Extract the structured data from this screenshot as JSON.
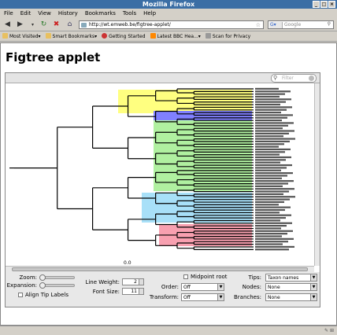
{
  "window": {
    "title": "Mozilla Firefox"
  },
  "menu": [
    "File",
    "Edit",
    "View",
    "History",
    "Bookmarks",
    "Tools",
    "Help"
  ],
  "nav": {
    "url": "http://wt.emweb.be/figtree-applet/",
    "search_placeholder": "Google"
  },
  "bookmarks": [
    "Most Visited▾",
    "Smart Bookmarks▾",
    "Getting Started",
    "Latest BBC Hea...▾",
    "Scan for Privacy"
  ],
  "page": {
    "title": "Figtree applet"
  },
  "applet": {
    "filter_placeholder": "Filter",
    "scale_label": "0.0",
    "controls": {
      "zoom_label": "Zoom:",
      "expansion_label": "Expansion:",
      "align_label": "Align Tip Labels",
      "line_weight_label": "Line Weight:",
      "line_weight_value": "2",
      "font_size_label": "Font Size:",
      "font_size_value": "11",
      "midpoint_label": "Midpoint root",
      "order_label": "Order:",
      "order_value": "Off",
      "transform_label": "Transform:",
      "transform_value": "Off",
      "tips_label": "Tips:",
      "tips_value": "Taxon names",
      "nodes_label": "Nodes:",
      "nodes_value": "None",
      "branches_label": "Branches:",
      "branches_value": "None"
    },
    "clades": [
      {
        "name": "yellow",
        "color": "#ffff80"
      },
      {
        "name": "blue",
        "color": "#8080ff"
      },
      {
        "name": "green",
        "color": "#b0f0a0"
      },
      {
        "name": "cyan",
        "color": "#a8e0f8"
      },
      {
        "name": "pink",
        "color": "#f8a0b0"
      }
    ]
  }
}
